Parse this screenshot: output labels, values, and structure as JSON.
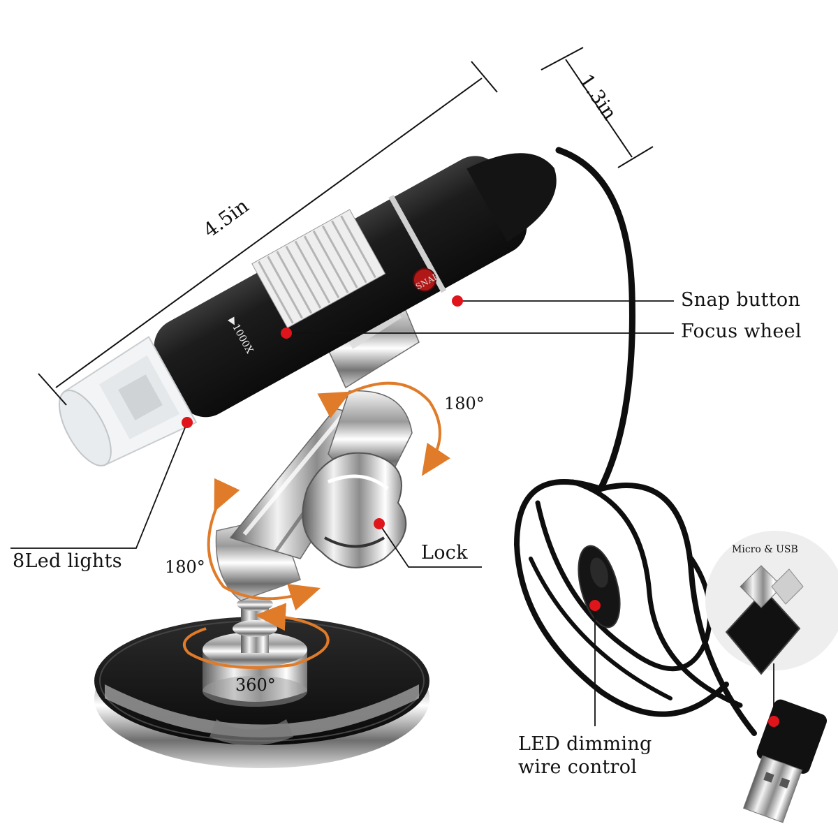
{
  "dimensions": {
    "length": "4.5in",
    "diameter": "1.3in"
  },
  "callouts": {
    "snap_button": "Snap button",
    "focus_wheel": "Focus wheel",
    "led_lights": "8Led lights",
    "lock": "Lock",
    "led_dimming_line1": "LED dimming",
    "led_dimming_line2": "wire control",
    "micro_usb": "Micro & USB"
  },
  "rotations": {
    "upper": "180°",
    "lower": "180°",
    "base": "360°"
  },
  "device_markings": {
    "snap": "SNAP",
    "magnification": "▶1000X"
  },
  "colors": {
    "marker": "#e0141b",
    "arrow": "#e07b2a",
    "body": "#1a1a1a"
  }
}
